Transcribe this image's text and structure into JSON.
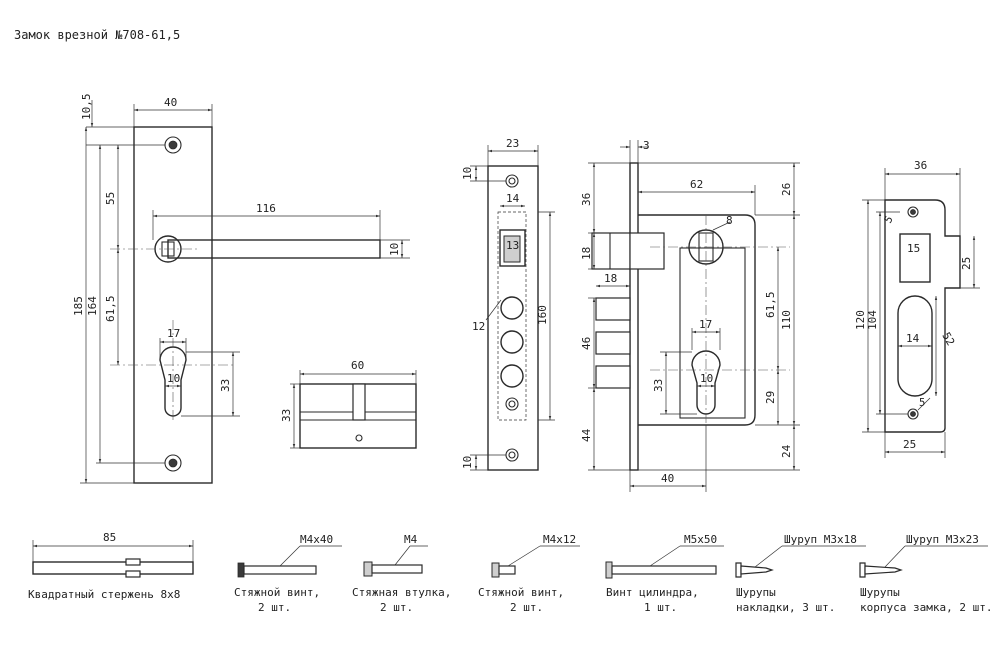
{
  "title": "Замок врезной №708-61,5",
  "handle_plate": {
    "d_40": "40",
    "d_10_5": "10,5",
    "d_55": "55",
    "d_116": "116",
    "d_10": "10",
    "d_185": "185",
    "d_164": "164",
    "d_61_5": "61,5",
    "d_17": "17",
    "d_10b": "10",
    "d_33": "33"
  },
  "cylinder": {
    "d_60": "60",
    "d_33": "33"
  },
  "faceplate": {
    "d_23": "23",
    "d_10a": "10",
    "d_14": "14",
    "d_13": "13",
    "d_12": "12",
    "d_160": "160",
    "d_10b": "10"
  },
  "lock_body": {
    "d_3": "3",
    "d_62": "62",
    "d_36": "36",
    "d_26": "26",
    "d_8": "8",
    "d_18a": "18",
    "d_18b": "18",
    "d_61_5": "61,5",
    "d_110": "110",
    "d_46": "46",
    "d_17": "17",
    "d_33": "33",
    "d_10": "10",
    "d_29": "29",
    "d_44": "44",
    "d_24": "24",
    "d_40": "40"
  },
  "strike_plate": {
    "d_36": "36",
    "d_5a": "5",
    "d_15": "15",
    "d_25a": "25",
    "d_120": "120",
    "d_104": "104",
    "d_14": "14",
    "d_52": "52",
    "d_5b": "5",
    "d_25b": "25"
  },
  "accessories": {
    "rod": {
      "dim": "85",
      "label": "Квадратный стержень 8х8"
    },
    "screw_m4x40": {
      "spec": "М4х40",
      "label1": "Стяжной винт,",
      "label2": "2 шт."
    },
    "bushing_m4": {
      "spec": "М4",
      "label1": "Стяжная втулка,",
      "label2": "2 шт."
    },
    "screw_m4x12": {
      "spec": "М4х12",
      "label1": "Стяжной винт,",
      "label2": "2 шт."
    },
    "screw_m5x50": {
      "spec": "М5х50",
      "label1": "Винт цилиндра,",
      "label2": "1 шт."
    },
    "wood_m3x18": {
      "spec": "Шуруп М3х18",
      "label1": "Шурупы",
      "label2": "накладки, 3 шт."
    },
    "wood_m3x23": {
      "spec": "Шуруп М3х23",
      "label1": "Шурупы",
      "label2": "корпуса замка, 2 шт."
    }
  }
}
